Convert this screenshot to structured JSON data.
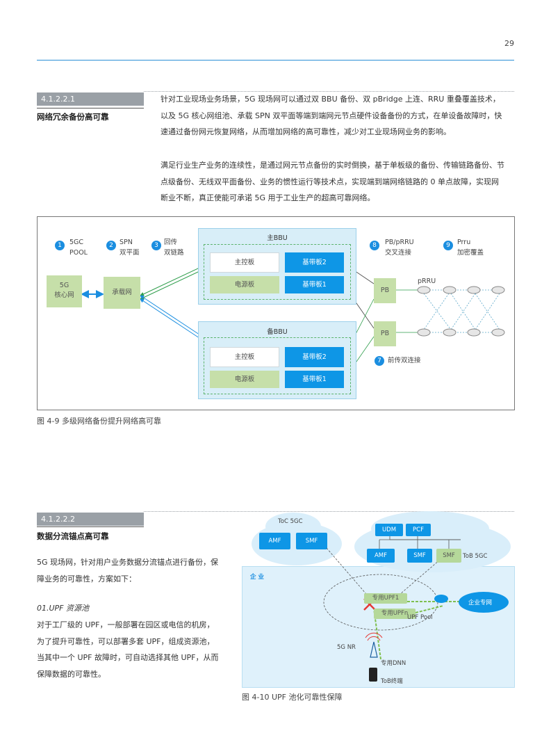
{
  "page_number": "29",
  "section1": {
    "number": "4.1.2.2.1",
    "title": "网络冗余备份高可靠",
    "para1_lines": [
      "针对工业现场业务场景，5G 现场网可以通过双 BBU 备份、双 pBridge 上连、RRU 重叠覆盖技术，",
      "以及 5G 核心网组池、承载 SPN 双平面等端到端网元节点硬件设备备份的方式，在单设备故障时，快",
      "速通过备份网元恢复网络，从而增加网络的高可靠性，减少对工业现场网业务的影响。"
    ],
    "para2_lines": [
      "满足行业生产业务的连续性，是通过网元节点备份的实时倒换，基于单板级的备份、传输链路备份、节",
      "点级备份、无线双平面备份、业务的惯性运行等技术点，实现端到端网络链路的 0 单点故障，实现网",
      "断业不断，真正使能可承诺 5G 用于工业生产的超高可靠网络。"
    ]
  },
  "figure1": {
    "caption": "图 4-9 多级网络备份提升网络高可靠",
    "markers": [
      {
        "num": "1",
        "line1": "5GC",
        "line2": "POOL"
      },
      {
        "num": "2",
        "line1": "SPN",
        "line2": "双平面"
      },
      {
        "num": "3",
        "line1": "回传",
        "line2": "双链路"
      },
      {
        "num": "8",
        "line1": "PB/pRRU",
        "line2": "交叉连接"
      },
      {
        "num": "9",
        "line1": "Prru",
        "line2": "加密覆盖"
      },
      {
        "num": "7",
        "line1": "前传双连接",
        "line2": ""
      }
    ],
    "core_line1": "5G",
    "core_line2": "核心网",
    "bearer": "承载网",
    "main_bbu": "主BBU",
    "backup_bbu": "备BBU",
    "main_ctrl": "主控板",
    "power": "电源板",
    "baseband2": "基带板2",
    "baseband1": "基带板1",
    "pb": "PB",
    "prru": "pRRU"
  },
  "section2": {
    "number": "4.1.2.2.2",
    "title": "数据分流锚点高可靠",
    "intro_lines": [
      "5G 现场网，针对用户业务数据分流锚点进行备份，保",
      "障业务的可靠性，方案如下："
    ],
    "sub_heading": "01.UPF 资源池",
    "body_lines": [
      "对于工厂级的 UPF，一般部署在园区或电信的机房，",
      "为了提升可靠性，可以部署多套 UPF，组成资源池，",
      "当其中一个 UPF 故障时，可自动选择其他 UPF，从而",
      "保障数据的可靠性。"
    ]
  },
  "figure2": {
    "caption": "图 4-10 UPF 池化可靠性保障",
    "toc_label": "ToC 5GC",
    "tob_label": "ToB 5GC",
    "amf": "AMF",
    "smf": "SMF",
    "udm": "UDM",
    "pcf": "PCF",
    "enterprise": "企 业",
    "upf1": "专用UPF1",
    "upfn": "专用UPFn",
    "upf_pool": "UPF Pool",
    "enterprise_net": "企业专网",
    "nr": "5G NR",
    "dnn": "专用DNN",
    "terminal": "ToB终端"
  },
  "colors": {
    "accent": "#0e96e6",
    "green": "#c6dfa9",
    "panel": "#d8eef8",
    "badge": "#9aa0a6"
  }
}
